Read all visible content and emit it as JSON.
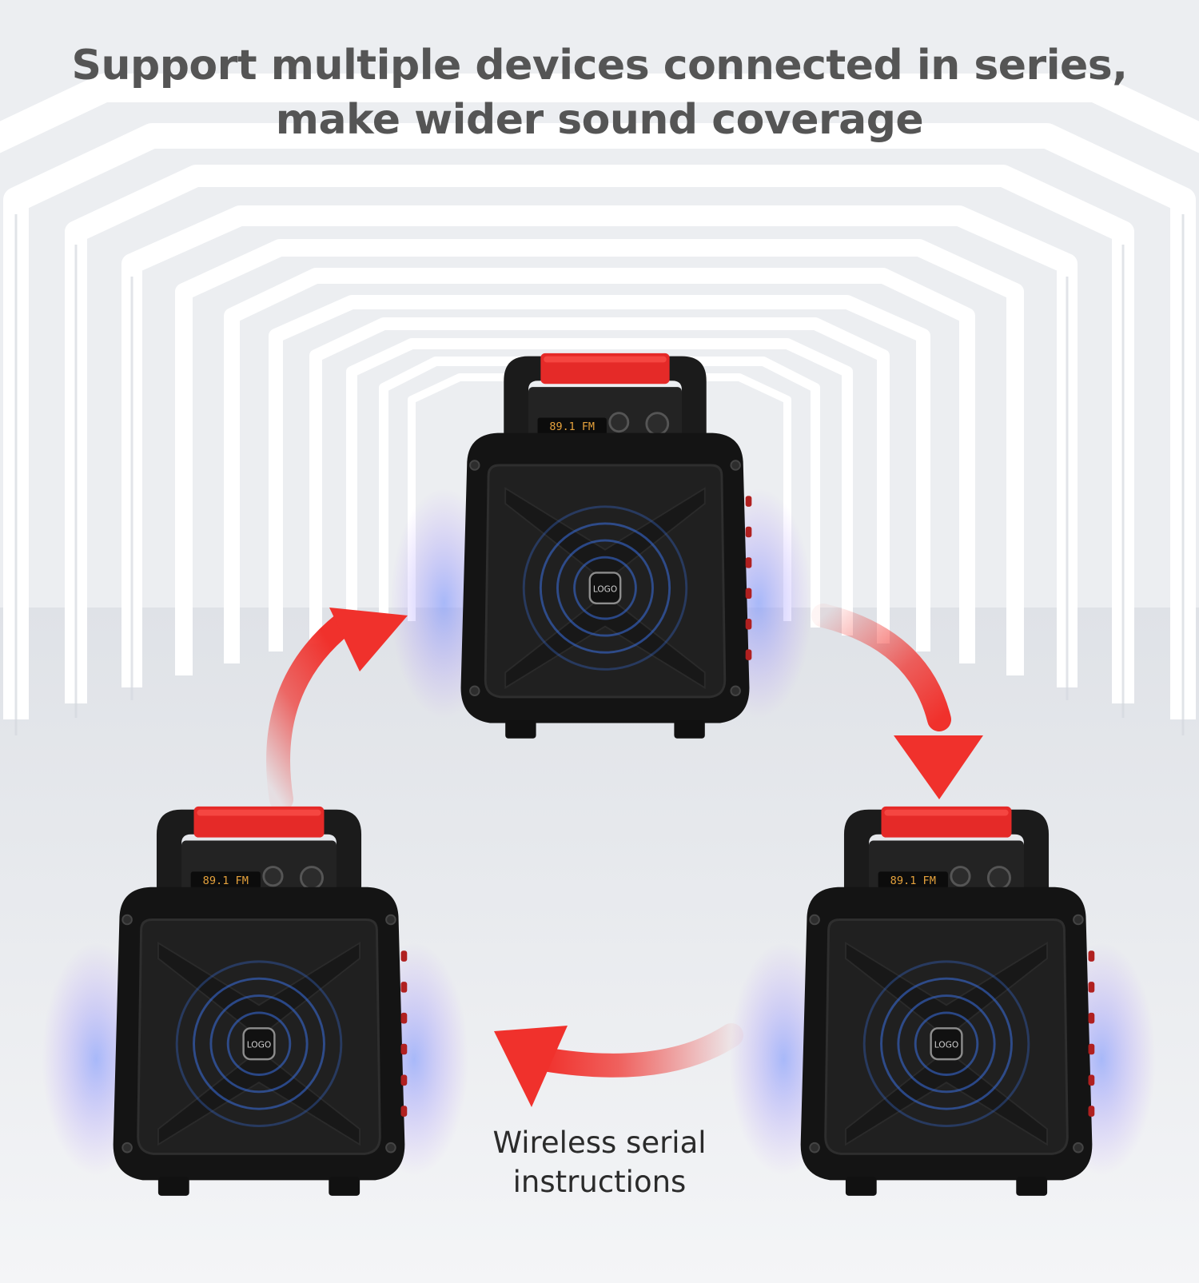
{
  "headline": {
    "line1": "Support multiple devices connected in series,",
    "line2": "make wider sound coverage"
  },
  "caption": {
    "line1": "Wireless serial",
    "line2": "instructions"
  },
  "speakers": [
    {
      "id": "top",
      "logo_text": "LOGO",
      "display_text": "89.1 FM"
    },
    {
      "id": "bottom-left",
      "logo_text": "LOGO",
      "display_text": "89.1 FM"
    },
    {
      "id": "bottom-right",
      "logo_text": "LOGO",
      "display_text": "89.1 FM"
    }
  ],
  "colors": {
    "background": "#f2f3f5",
    "tunnel_ring": "#ffffff",
    "speaker_body": "#141414",
    "handle_grip": "#e52a28",
    "arrow": "#f0312c",
    "sound_wave": "#3a6fe0"
  },
  "icons": {
    "arrow": "curved-arrow-icon",
    "sound": "sound-wave-icon"
  }
}
